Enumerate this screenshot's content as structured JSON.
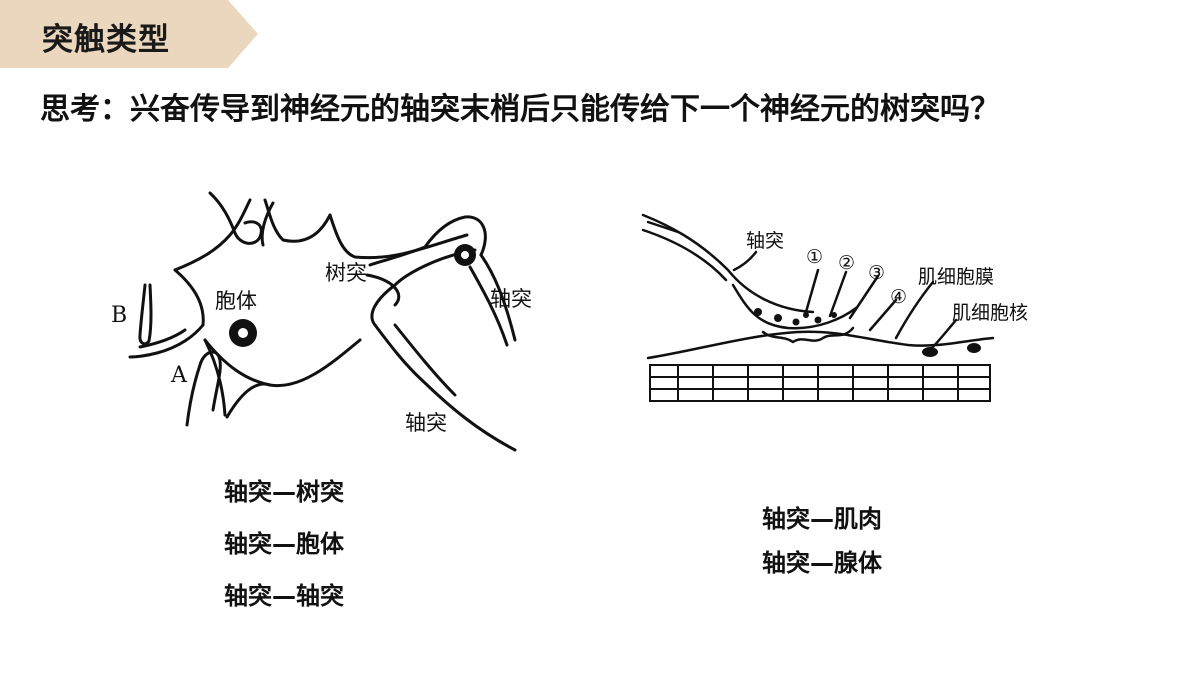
{
  "header": {
    "section_title": "突触类型",
    "accent_color": "#ead7bd"
  },
  "question": "思考：兴奋传导到神经元的轴突末梢后只能传给下一个神经元的树突吗？",
  "left_figure": {
    "labels": {
      "soma": "胞体",
      "dendrite": "树突",
      "axon_right": "轴突",
      "axon_bottom": "轴突",
      "b": "B",
      "a": "A"
    }
  },
  "right_figure": {
    "labels": {
      "axon": "轴突",
      "n1": "①",
      "n2": "②",
      "n3": "③",
      "n4": "④",
      "membrane": "肌细胞膜",
      "nucleus": "肌细胞核"
    }
  },
  "left_types": [
    "轴突—树突",
    "轴突—胞体",
    "轴突—轴突"
  ],
  "right_types": [
    "轴突—肌肉",
    "轴突—腺体"
  ]
}
